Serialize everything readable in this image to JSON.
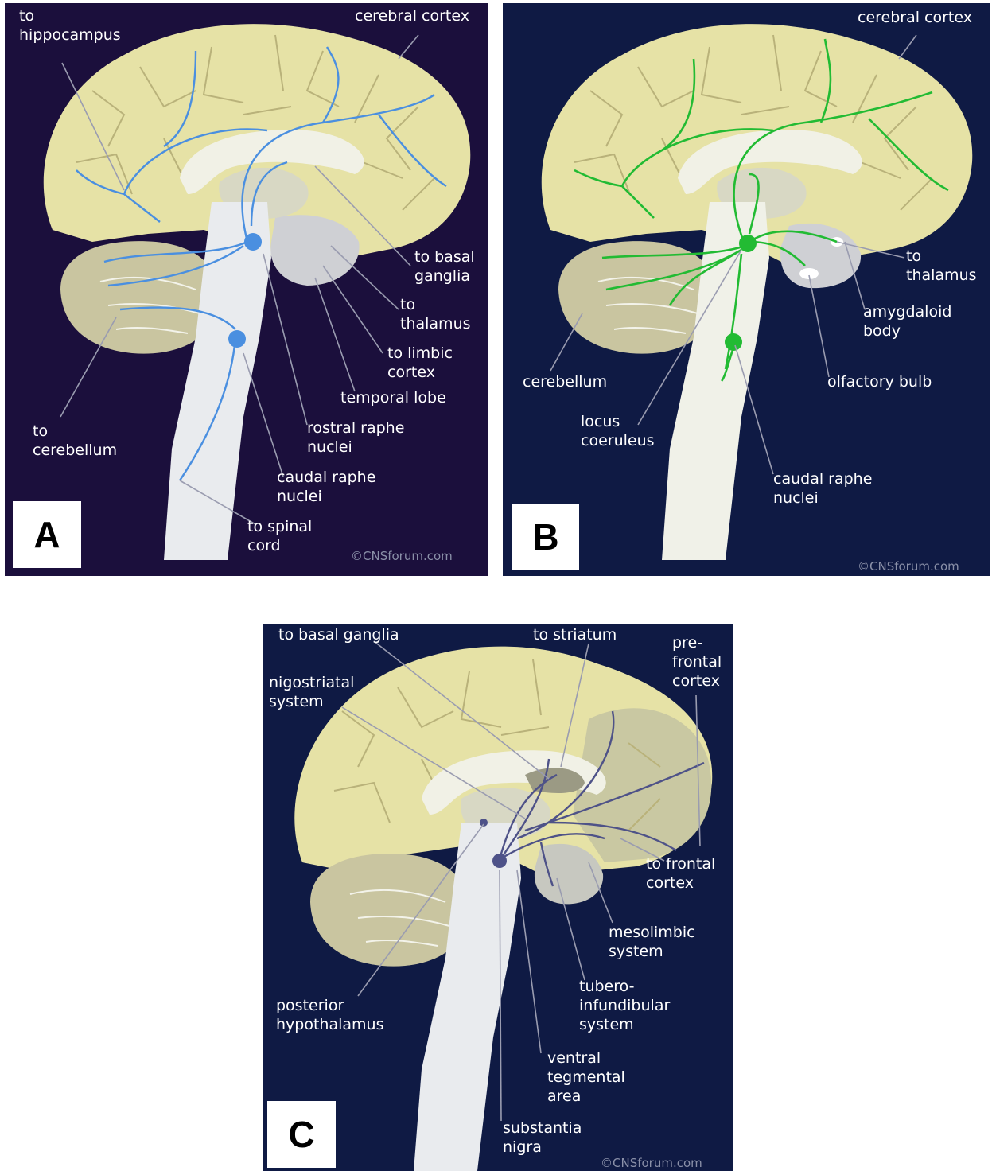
{
  "colors": {
    "panel_a_bg": "#1b0f3c",
    "panel_bc_bg": "#0f1a44",
    "cortex": "#e6e2a6",
    "cerebellum": "#c9c5a0",
    "brainstem": "#e9ebee",
    "serotonin_blue": "#4a8fe0",
    "noradrenaline_green": "#22bb33",
    "dopamine_slate": "#4e5288"
  },
  "panels": [
    {
      "letter": "A",
      "copyright": "©CNSforum.com",
      "labels": {
        "to_hippocampus": [
          "to",
          "hippocampus"
        ],
        "cerebral_cortex": [
          "cerebral cortex"
        ],
        "to_basal_ganglia": [
          "to basal",
          "ganglia"
        ],
        "to_thalamus": [
          "to",
          "thalamus"
        ],
        "to_limbic_cortex": [
          "to limbic",
          "cortex"
        ],
        "temporal_lobe": [
          "temporal lobe"
        ],
        "rostral_raphe_nuclei": [
          "rostral raphe",
          "nuclei"
        ],
        "caudal_raphe_nuclei": [
          "caudal raphe",
          "nuclei"
        ],
        "to_cerebellum": [
          "to",
          "cerebellum"
        ],
        "to_spinal_cord": [
          "to spinal",
          "cord"
        ]
      }
    },
    {
      "letter": "B",
      "copyright": "©CNSforum.com",
      "labels": {
        "cerebral_cortex": [
          "cerebral cortex"
        ],
        "to_thalamus": [
          "to",
          "thalamus"
        ],
        "amygdaloid_body": [
          "amygdaloid",
          "body"
        ],
        "cerebellum": [
          "cerebellum"
        ],
        "olfactory_bulb": [
          "olfactory bulb"
        ],
        "locus_coeruleus": [
          "locus",
          "coeruleus"
        ],
        "caudal_raphe_nuclei": [
          "caudal raphe",
          "nuclei"
        ]
      }
    },
    {
      "letter": "C",
      "copyright": "©CNSforum.com",
      "labels": {
        "to_basal_ganglia": [
          "to basal ganglia"
        ],
        "to_striatum": [
          "to striatum"
        ],
        "prefrontal_cortex": [
          "pre-",
          "frontal",
          "cortex"
        ],
        "nigostriatal_system": [
          "nigostriatal",
          "system"
        ],
        "to_frontal_cortex": [
          "to frontal",
          "cortex"
        ],
        "mesolimbic_system": [
          "mesolimbic",
          "system"
        ],
        "tuberoinfundibular_system": [
          "tubero-",
          "infundibular",
          "system"
        ],
        "posterior_hypothalamus": [
          "posterior",
          "hypothalamus"
        ],
        "ventral_tegmental_area": [
          "ventral",
          "tegmental",
          "area"
        ],
        "substantia_nigra": [
          "substantia",
          "nigra"
        ]
      }
    }
  ]
}
